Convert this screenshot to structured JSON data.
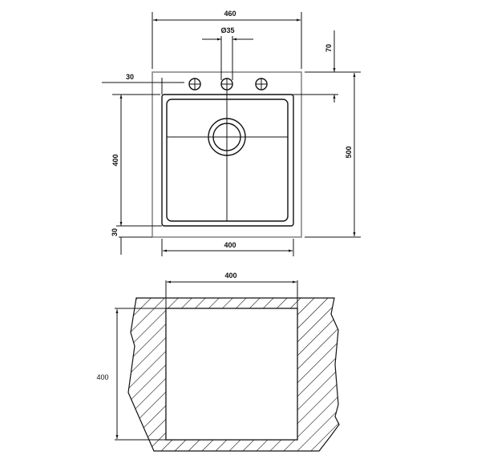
{
  "plan_view": {
    "width_label": "460",
    "tap_hole_label": "Ø35",
    "tap_offset_label": "70",
    "side_margin_label": "30",
    "bowl_depth_label": "400",
    "bottom_margin_label": "30",
    "total_depth_label": "500",
    "bowl_width_label": "400"
  },
  "cutout_view": {
    "width_label": "400",
    "depth_label": "400"
  }
}
